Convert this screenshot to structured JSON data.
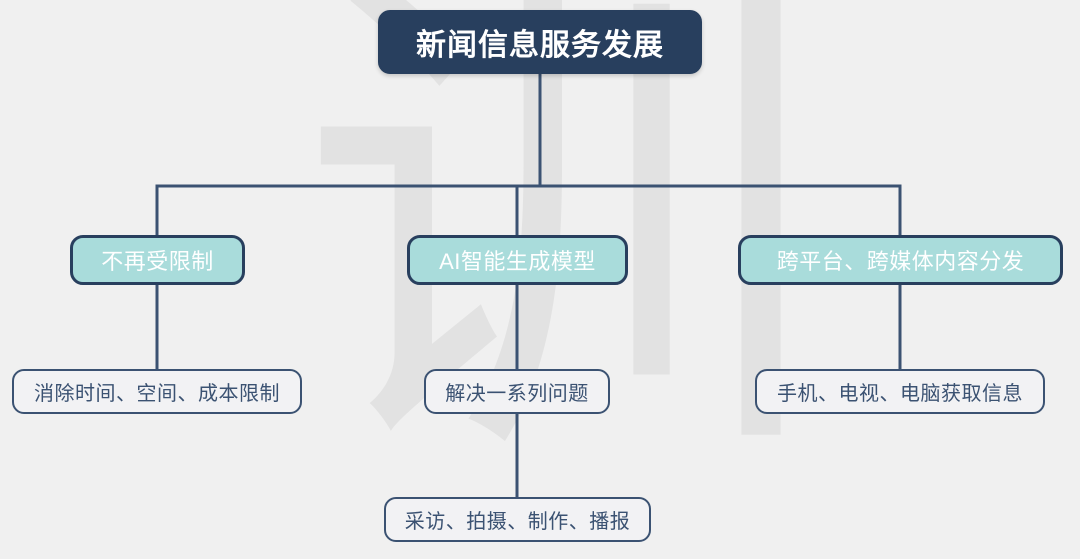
{
  "page": {
    "background_color": "#f0f0f0",
    "watermark_char": "训",
    "watermark_color": "#e2e2e2"
  },
  "colors": {
    "navy": "#283f5e",
    "navy_line": "#3b5272",
    "teal": "#a9dcdb",
    "leaf_fill": "#f2f2f4",
    "white_text": "#ffffff"
  },
  "diagram": {
    "type": "tree",
    "root": {
      "label": "新闻信息服务发展"
    },
    "branches": [
      {
        "label": "不再受限制",
        "children": [
          {
            "label": "消除时间、空间、成本限制",
            "children": []
          }
        ]
      },
      {
        "label": "AI智能生成模型",
        "children": [
          {
            "label": "解决一系列问题",
            "children": [
              {
                "label": "采访、拍摄、制作、播报",
                "children": []
              }
            ]
          }
        ]
      },
      {
        "label": "跨平台、跨媒体内容分发",
        "children": [
          {
            "label": "手机、电视、电脑获取信息",
            "children": []
          }
        ]
      }
    ]
  }
}
